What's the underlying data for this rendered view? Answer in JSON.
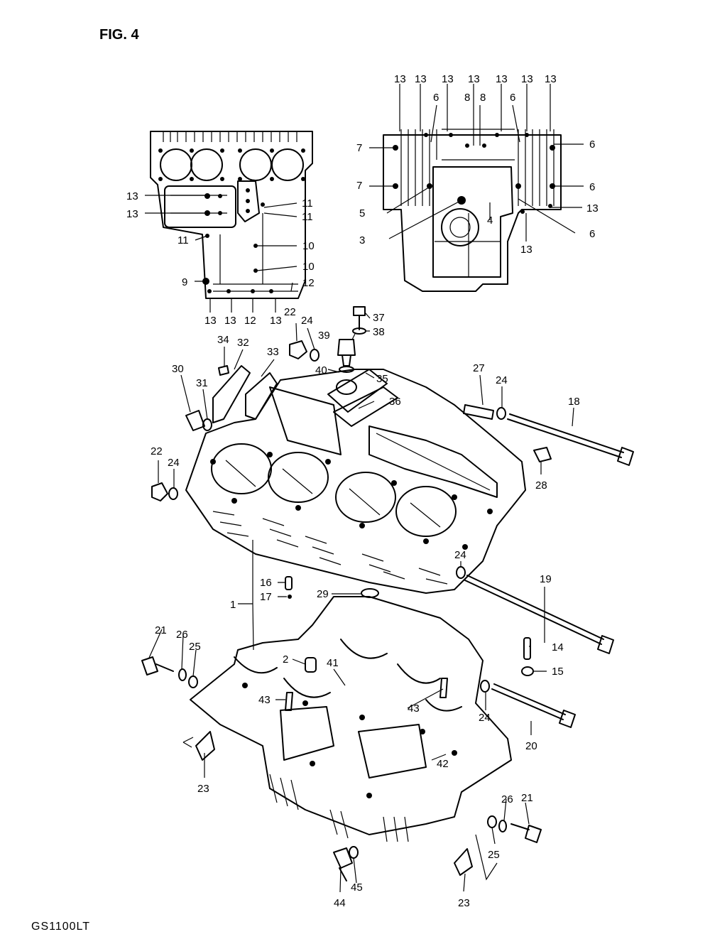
{
  "figure": {
    "title": "FIG. 4",
    "model_code": "GS1100LT"
  },
  "callouts": [
    {
      "id": "c13a",
      "text": "13"
    },
    {
      "id": "c13b",
      "text": "13"
    },
    {
      "id": "c13c",
      "text": "13"
    },
    {
      "id": "c13d",
      "text": "13"
    },
    {
      "id": "c13e",
      "text": "13"
    },
    {
      "id": "c13f",
      "text": "13"
    },
    {
      "id": "c13g",
      "text": "13"
    },
    {
      "id": "c6a",
      "text": "6"
    },
    {
      "id": "c8a",
      "text": "8"
    },
    {
      "id": "c8b",
      "text": "8"
    },
    {
      "id": "c6b",
      "text": "6"
    },
    {
      "id": "c7a",
      "text": "7"
    },
    {
      "id": "c6c",
      "text": "6"
    },
    {
      "id": "c7b",
      "text": "7"
    },
    {
      "id": "c6d",
      "text": "6"
    },
    {
      "id": "c5",
      "text": "5"
    },
    {
      "id": "c13h",
      "text": "13"
    },
    {
      "id": "c4",
      "text": "4"
    },
    {
      "id": "c3",
      "text": "3"
    },
    {
      "id": "c6e",
      "text": "6"
    },
    {
      "id": "c13i",
      "text": "13"
    },
    {
      "id": "c13j",
      "text": "13"
    },
    {
      "id": "c13k",
      "text": "13"
    },
    {
      "id": "c11a",
      "text": "11"
    },
    {
      "id": "c11b",
      "text": "11"
    },
    {
      "id": "c11c",
      "text": "11"
    },
    {
      "id": "c10a",
      "text": "10"
    },
    {
      "id": "c10b",
      "text": "10"
    },
    {
      "id": "c9",
      "text": "9"
    },
    {
      "id": "c12a",
      "text": "12"
    },
    {
      "id": "c13l",
      "text": "13"
    },
    {
      "id": "c13m",
      "text": "13"
    },
    {
      "id": "c12b",
      "text": "12"
    },
    {
      "id": "c13n",
      "text": "13"
    },
    {
      "id": "c22a",
      "text": "22"
    },
    {
      "id": "c24a",
      "text": "24"
    },
    {
      "id": "c37",
      "text": "37"
    },
    {
      "id": "c38",
      "text": "38"
    },
    {
      "id": "c39",
      "text": "39"
    },
    {
      "id": "c34",
      "text": "34"
    },
    {
      "id": "c32",
      "text": "32"
    },
    {
      "id": "c33",
      "text": "33"
    },
    {
      "id": "c30",
      "text": "30"
    },
    {
      "id": "c31",
      "text": "31"
    },
    {
      "id": "c40",
      "text": "40"
    },
    {
      "id": "c35",
      "text": "35"
    },
    {
      "id": "c36",
      "text": "36"
    },
    {
      "id": "c27",
      "text": "27"
    },
    {
      "id": "c24b",
      "text": "24"
    },
    {
      "id": "c18",
      "text": "18"
    },
    {
      "id": "c22b",
      "text": "22"
    },
    {
      "id": "c24c",
      "text": "24"
    },
    {
      "id": "c28",
      "text": "28"
    },
    {
      "id": "c16",
      "text": "16"
    },
    {
      "id": "c17",
      "text": "17"
    },
    {
      "id": "c29",
      "text": "29"
    },
    {
      "id": "c24d",
      "text": "24"
    },
    {
      "id": "c19",
      "text": "19"
    },
    {
      "id": "c1",
      "text": "1"
    },
    {
      "id": "c21a",
      "text": "21"
    },
    {
      "id": "c26a",
      "text": "26"
    },
    {
      "id": "c25a",
      "text": "25"
    },
    {
      "id": "c2",
      "text": "2"
    },
    {
      "id": "c41",
      "text": "41"
    },
    {
      "id": "c14",
      "text": "14"
    },
    {
      "id": "c15",
      "text": "15"
    },
    {
      "id": "c43a",
      "text": "43"
    },
    {
      "id": "c43b",
      "text": "43"
    },
    {
      "id": "c24e",
      "text": "24"
    },
    {
      "id": "c20",
      "text": "20"
    },
    {
      "id": "c23a",
      "text": "23"
    },
    {
      "id": "c42",
      "text": "42"
    },
    {
      "id": "c26b",
      "text": "26"
    },
    {
      "id": "c21b",
      "text": "21"
    },
    {
      "id": "c25b",
      "text": "25"
    },
    {
      "id": "c44",
      "text": "44"
    },
    {
      "id": "c45",
      "text": "45"
    },
    {
      "id": "c23b",
      "text": "23"
    }
  ]
}
